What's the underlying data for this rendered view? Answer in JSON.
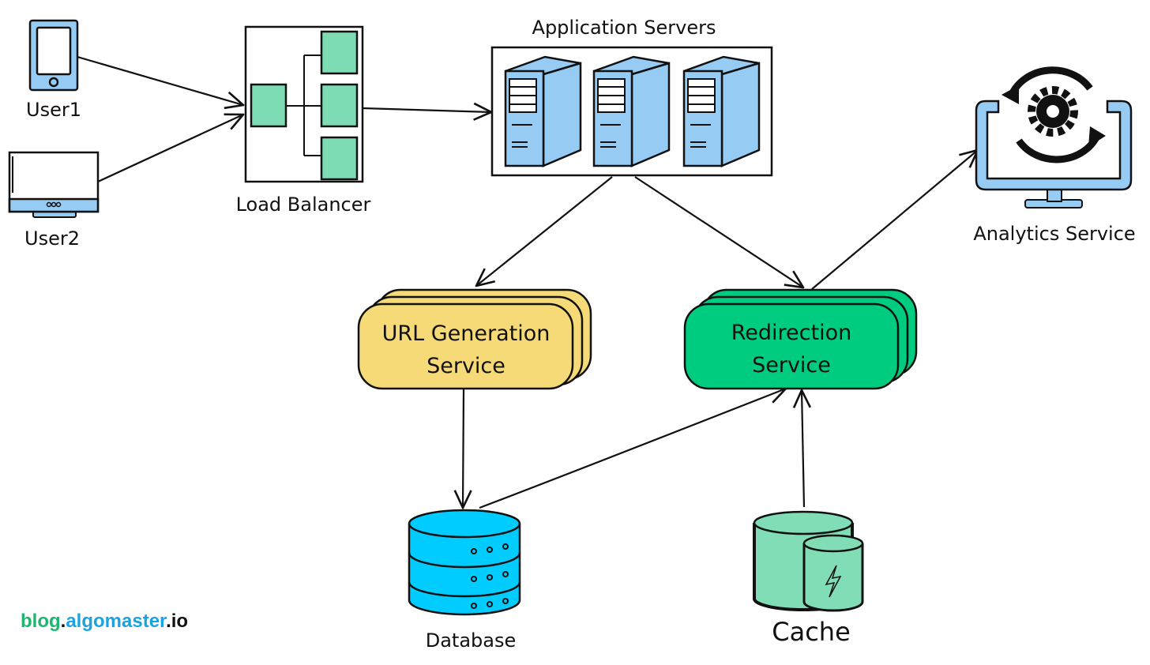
{
  "nodes": {
    "user1": {
      "label": "User1",
      "icon": "smartphone-icon"
    },
    "user2": {
      "label": "User2",
      "icon": "desktop-monitor-icon"
    },
    "load_balancer": {
      "label": "Load Balancer",
      "icon": "load-balancer-icon"
    },
    "app_servers": {
      "label": "Application Servers",
      "icon": "server-icon",
      "count": 3
    },
    "url_generation": {
      "line1": "URL Generation",
      "line2": "Service"
    },
    "redirection": {
      "line1": "Redirection",
      "line2": "Service"
    },
    "analytics": {
      "label": "Analytics Service",
      "icon": "monitor-gear-sync-icon"
    },
    "database": {
      "label": "Database",
      "icon": "database-cylinder-icon"
    },
    "cache": {
      "label": "Cache",
      "icon": "cache-cylinder-lightning-icon"
    }
  },
  "edges": [
    {
      "from": "User1",
      "to": "Load Balancer"
    },
    {
      "from": "User2",
      "to": "Load Balancer"
    },
    {
      "from": "Load Balancer",
      "to": "Application Servers"
    },
    {
      "from": "Application Servers",
      "to": "URL Generation Service"
    },
    {
      "from": "Application Servers",
      "to": "Redirection Service"
    },
    {
      "from": "Redirection Service",
      "to": "Analytics Service"
    },
    {
      "from": "URL Generation Service",
      "to": "Database"
    },
    {
      "from": "Database",
      "to": "Redirection Service"
    },
    {
      "from": "Cache",
      "to": "Redirection Service"
    }
  ],
  "watermark": {
    "part1": "blog",
    "dot1": ".",
    "part2": "algomaster",
    "dot2": ".",
    "part3": "io"
  },
  "colors": {
    "device_blue": "#96CBF4",
    "lb_green": "#7DDCB4",
    "url_service_yellow": "#F5DA77",
    "redirection_green": "#00CC7F",
    "database_blue": "#00CCFF",
    "cache_green": "#80DDB5",
    "watermark_green": "#1DB56F",
    "watermark_blue": "#1AA3E0"
  }
}
